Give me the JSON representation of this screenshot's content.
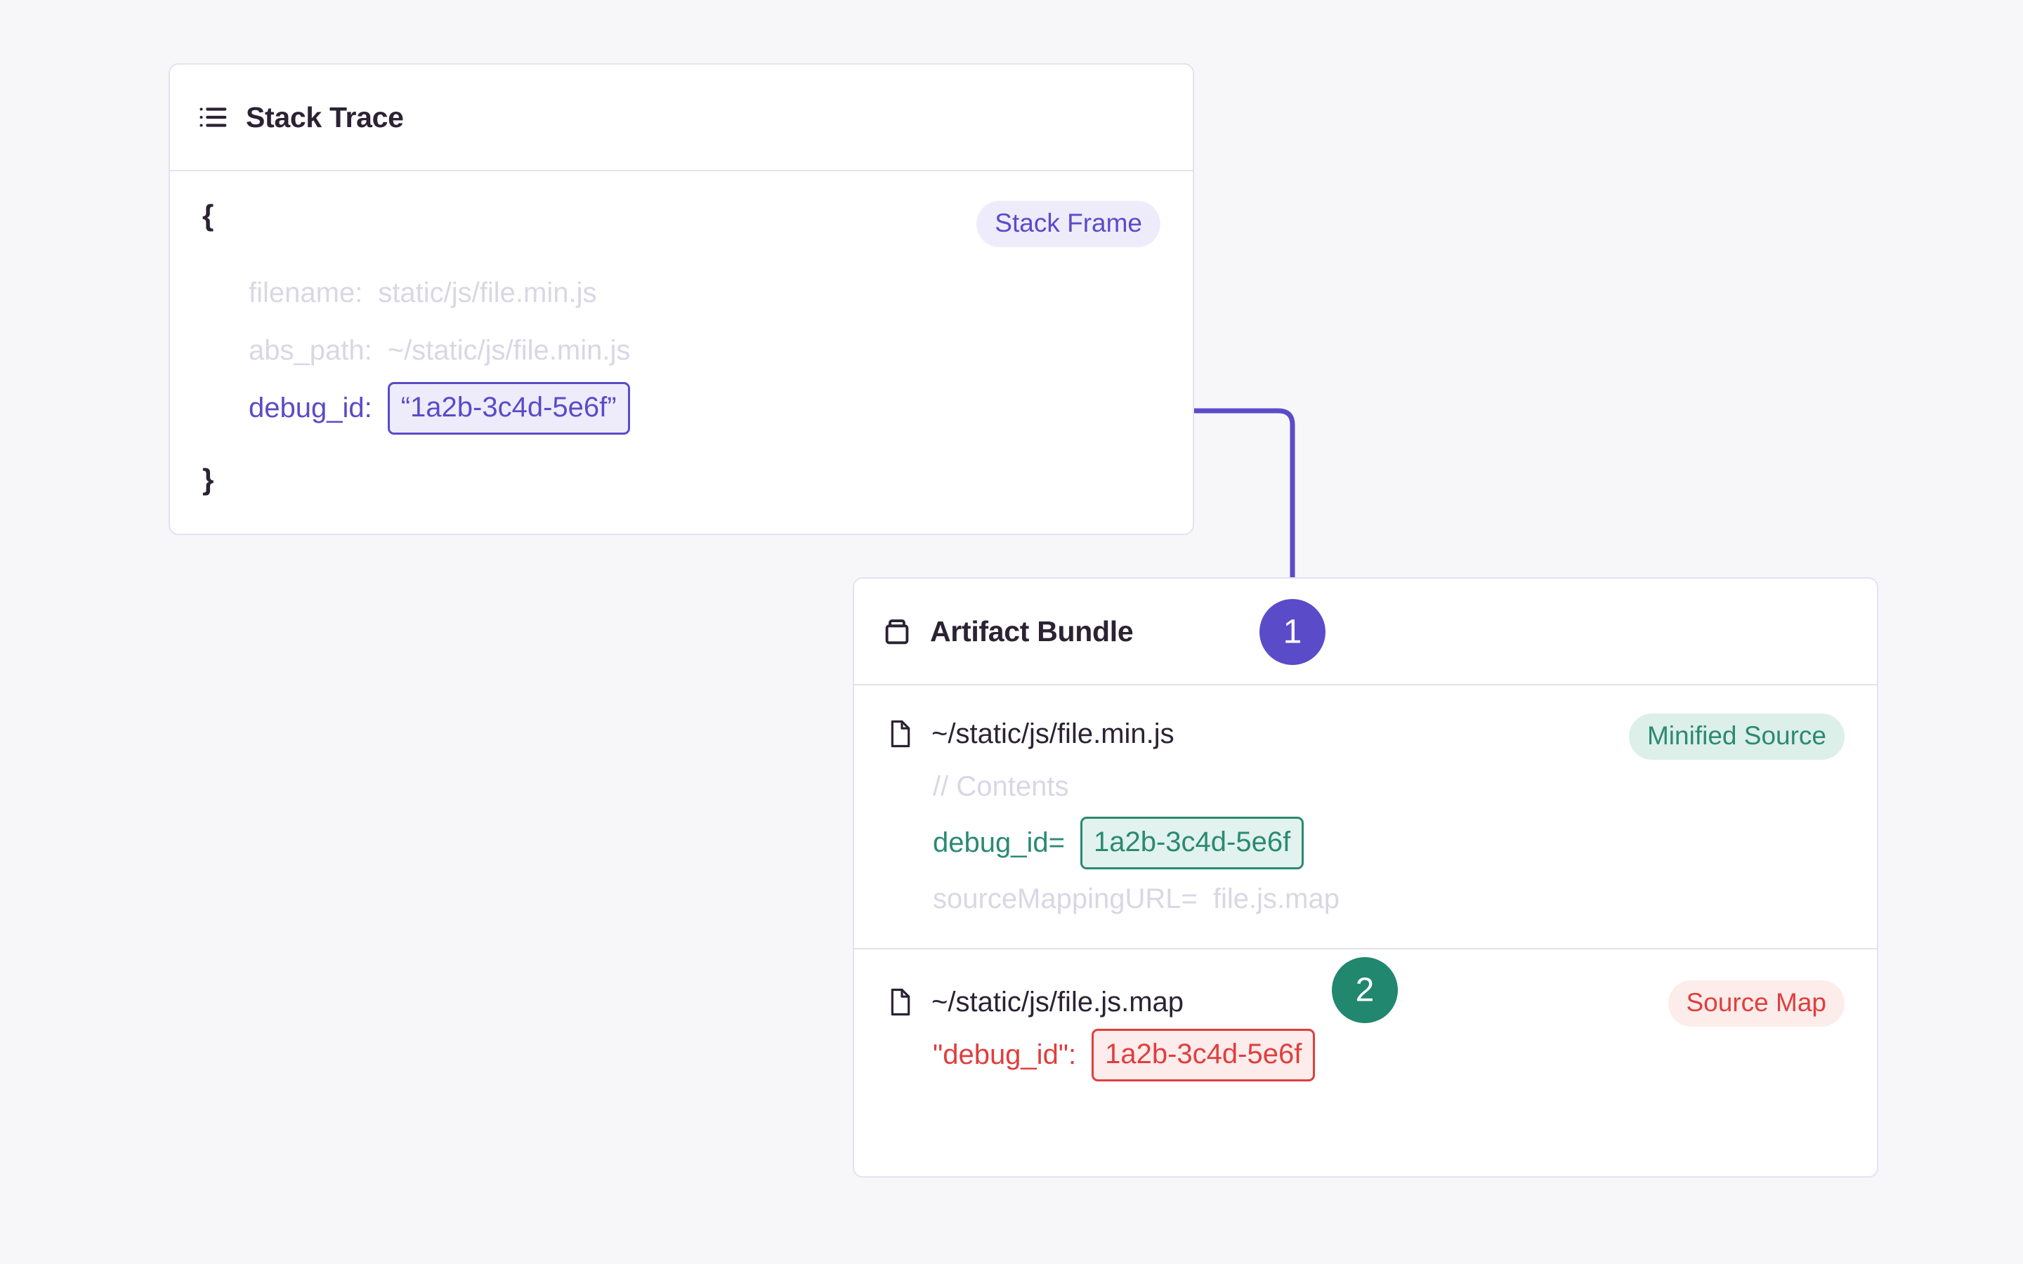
{
  "colors": {
    "page_bg": "#f7f7fa",
    "card_bg": "#ffffff",
    "card_border": "#e4e2ee",
    "indigo": "#5a4bc9",
    "indigo_soft": "#eeecfb",
    "green": "#2a8a72",
    "green_soft": "#e2f2ee",
    "red": "#e03e3e",
    "red_soft": "#fceceb",
    "faded_text": "#d9d7e4",
    "dark_text": "#2b2233"
  },
  "stack_trace": {
    "title": "Stack Trace",
    "icon": "list-icon",
    "badge": "Stack Frame",
    "open_brace": "{",
    "close_brace": "}",
    "rows": [
      {
        "key": "filename:",
        "value": "static/js/file.min.js",
        "style": "faded"
      },
      {
        "key": "abs_path:",
        "value": "~/static/js/file.min.js",
        "style": "faded"
      },
      {
        "key": "debug_id:",
        "value": "“1a2b-3c4d-5e6f”",
        "style": "highlight-indigo"
      }
    ]
  },
  "artifact_bundle": {
    "title": "Artifact Bundle",
    "icon": "archive-icon",
    "minified": {
      "file": "~/static/js/file.min.js",
      "badge": "Minified Source",
      "comment": "// Contents",
      "debug_key": "debug_id=",
      "debug_value": "1a2b-3c4d-5e6f",
      "map_key": "sourceMappingURL=",
      "map_value": "file.js.map"
    },
    "sourcemap": {
      "file": "~/static/js/file.js.map",
      "badge": "Source Map",
      "debug_key": "\"debug_id\":",
      "debug_value": "1a2b-3c4d-5e6f"
    }
  },
  "steps": [
    {
      "number": "1",
      "color": "#5a4bc9"
    },
    {
      "number": "2",
      "color": "#2a8a72"
    }
  ]
}
